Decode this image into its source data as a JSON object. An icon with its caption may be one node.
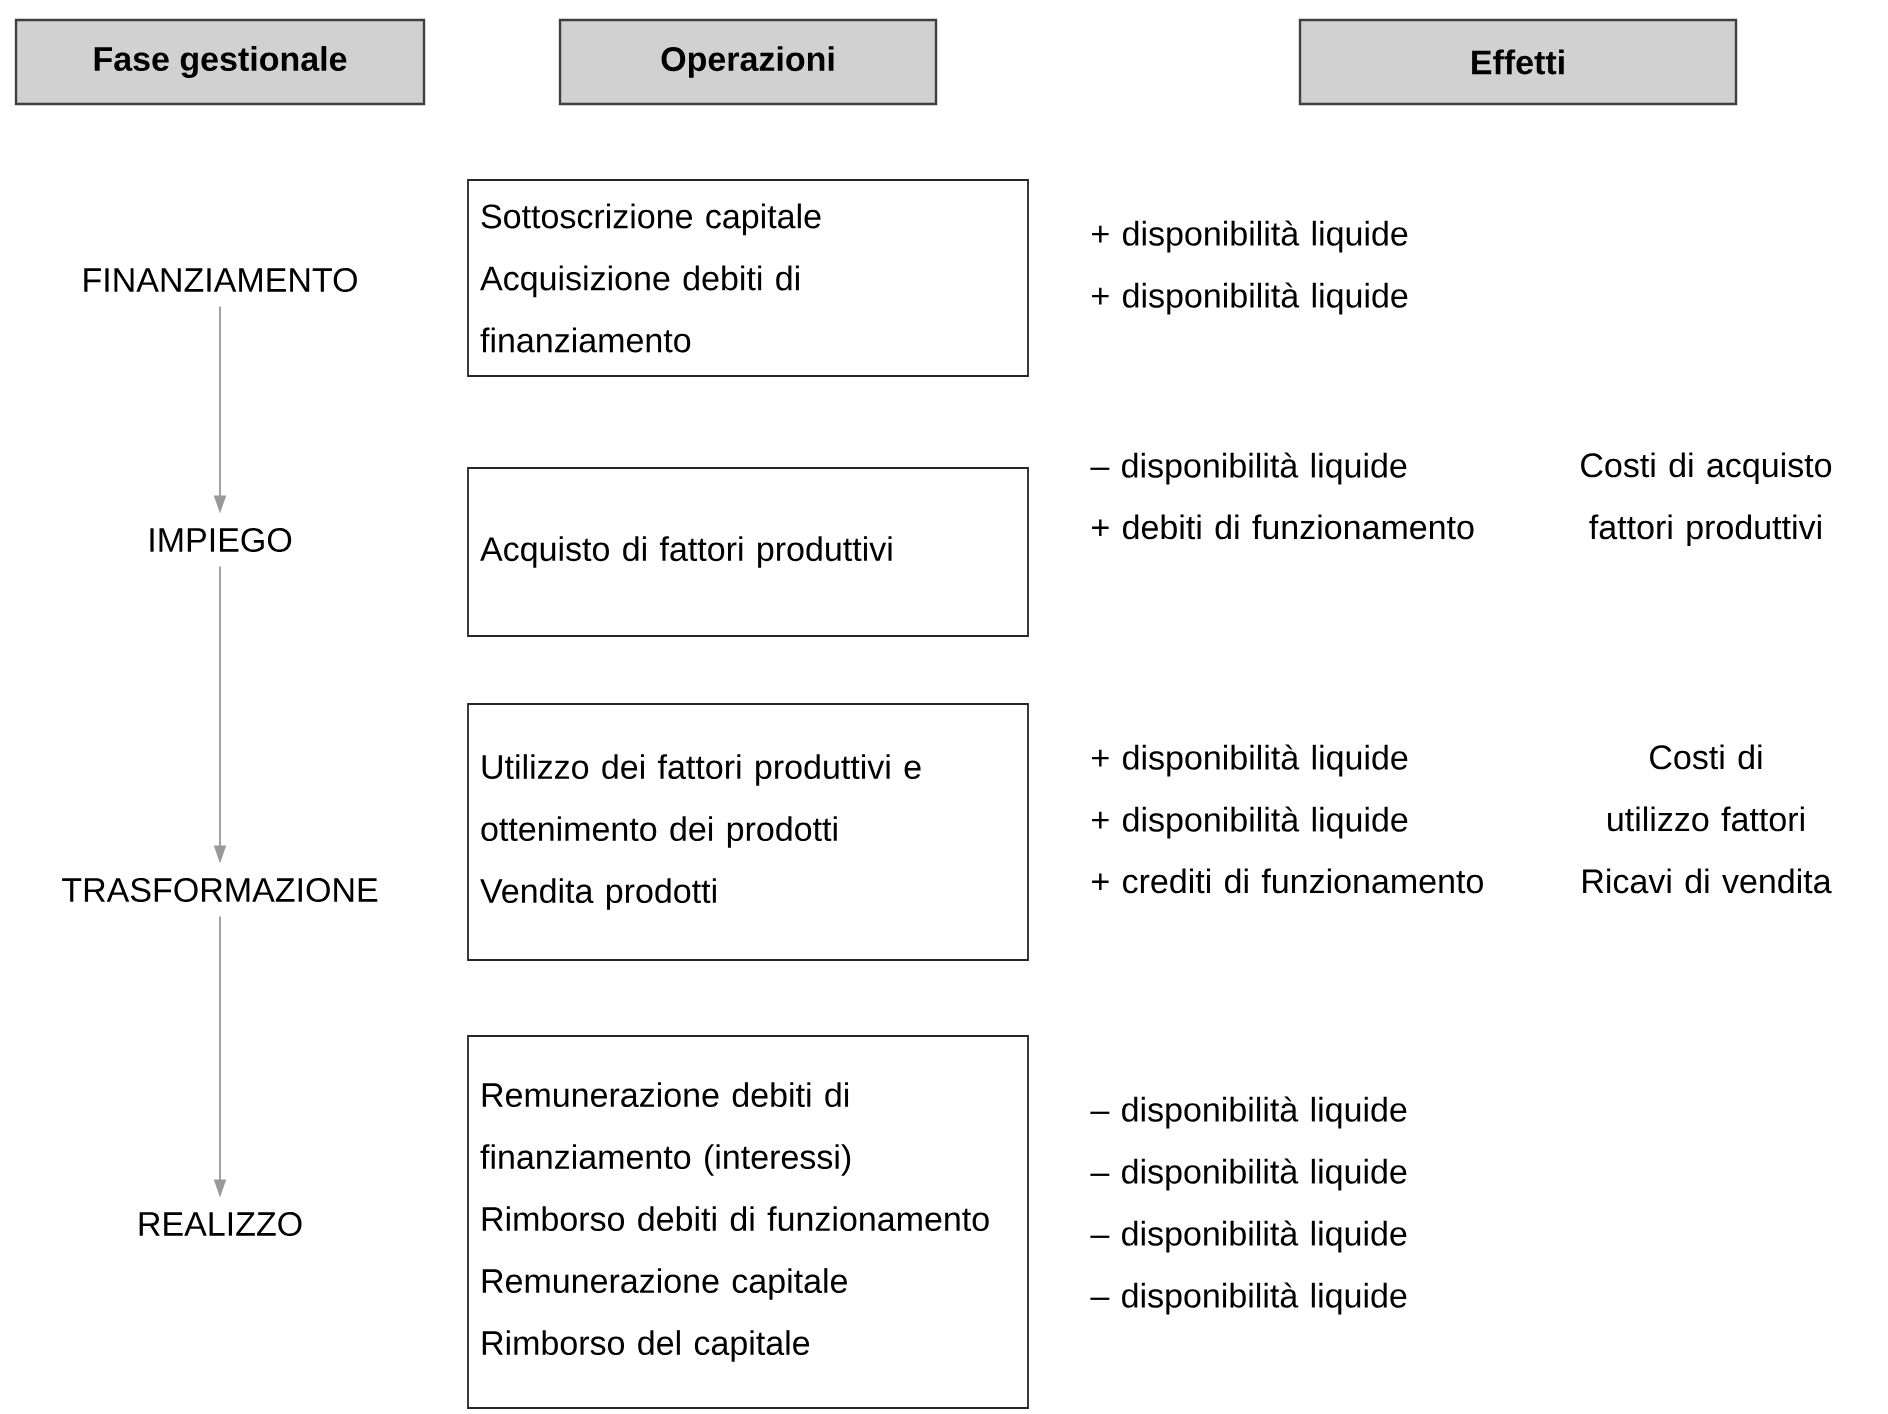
{
  "diagram": {
    "nodes": [
      {
        "text": [
          "Fase gestionale"
        ]
      },
      {
        "text": [
          "Operazioni"
        ]
      },
      {
        "text": [
          "Effetti"
        ]
      },
      {
        "text": [
          "FINANZIAMENTO"
        ]
      },
      {
        "text": [
          "IMPIEGO"
        ]
      },
      {
        "text": [
          "TRASFORMAZIONE"
        ]
      },
      {
        "text": [
          "REALIZZO"
        ]
      },
      {
        "text": [
          "Sottoscrizione capitale",
          "Acquisizione debiti di finanziamento"
        ]
      },
      {
        "text": [
          "Acquisto di fattori produttivi"
        ]
      },
      {
        "text": [
          "Utilizzo dei fattori produttivi e ottenimento dei prodotti",
          "Vendita prodotti"
        ]
      },
      {
        "text": [
          "Remunerazione debiti di finanziamento (interessi)",
          "Rimborso debiti di funzionamento",
          "Remunerazione capitale",
          "Rimborso del capitale"
        ]
      }
    ],
    "edges": [
      {
        "from": 3,
        "to": 4,
        "arrow": "to"
      },
      {
        "from": 4,
        "to": 5,
        "arrow": "to"
      },
      {
        "from": 5,
        "to": 6,
        "arrow": "to"
      }
    ],
    "labels": [
      "+ disponibilità liquide",
      "+ disponibilità liquide",
      "– disponibilità liquide",
      "+ debiti di funzionamento",
      "Costi di acquisto fattori produttivi",
      "+ disponibilità liquide",
      "+ disponibilità liquide",
      "+ crediti di funzionamento",
      "Costi di utilizzo fattori",
      "Ricavi di vendita",
      "– disponibilità liquide",
      "– disponibilità liquide",
      "– disponibilità liquide",
      "– disponibilità liquide"
    ]
  }
}
